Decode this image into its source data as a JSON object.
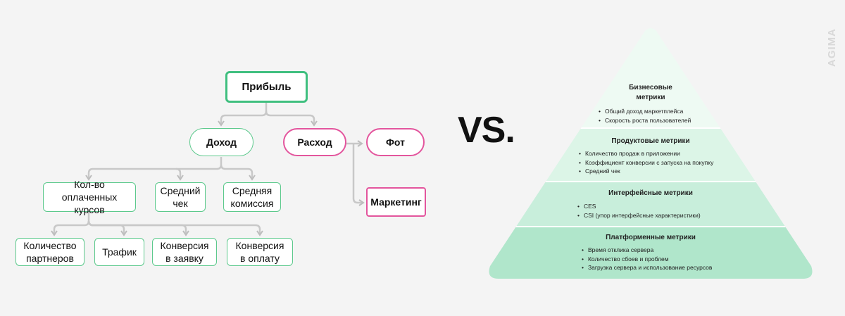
{
  "tree": {
    "profit": "Прибыль",
    "income": "Доход",
    "expense": "Расход",
    "fot": "Фот",
    "marketing": "Маркетинг",
    "paid_courses": "Кол-во оплаченных курсов",
    "avg_check": "Средний чек",
    "avg_commission": "Средняя комиссия",
    "partners": "Количество партнеров",
    "traffic": "Трафик",
    "conv_request": "Конверсия в заявку",
    "conv_payment": "Конверсия в оплату"
  },
  "vs_label": "VS.",
  "pyramid": {
    "levels": [
      {
        "title": "Бизнесовые метрики",
        "items": [
          "Общий доход маркетплейса",
          "Скорость роста пользователей"
        ],
        "color": "#eefaf3"
      },
      {
        "title": "Продуктовые метрики",
        "items": [
          "Количество продаж в приложении",
          "Коэффициент конверсии с запуска на покупку",
          "Средний чек"
        ],
        "color": "#dcf5e7"
      },
      {
        "title": "Интерфейсные метрики",
        "items": [
          "CES",
          "CSI (упор интерфейсные характеристики)"
        ],
        "color": "#c8eedb"
      },
      {
        "title": "Платформенные метрики",
        "items": [
          "Время отклика сервера",
          "Количество сбоев и проблем",
          "Загрузка сервера и использование ресурсов"
        ],
        "color": "#b0e6cb"
      }
    ]
  },
  "watermark": "AGIMA"
}
